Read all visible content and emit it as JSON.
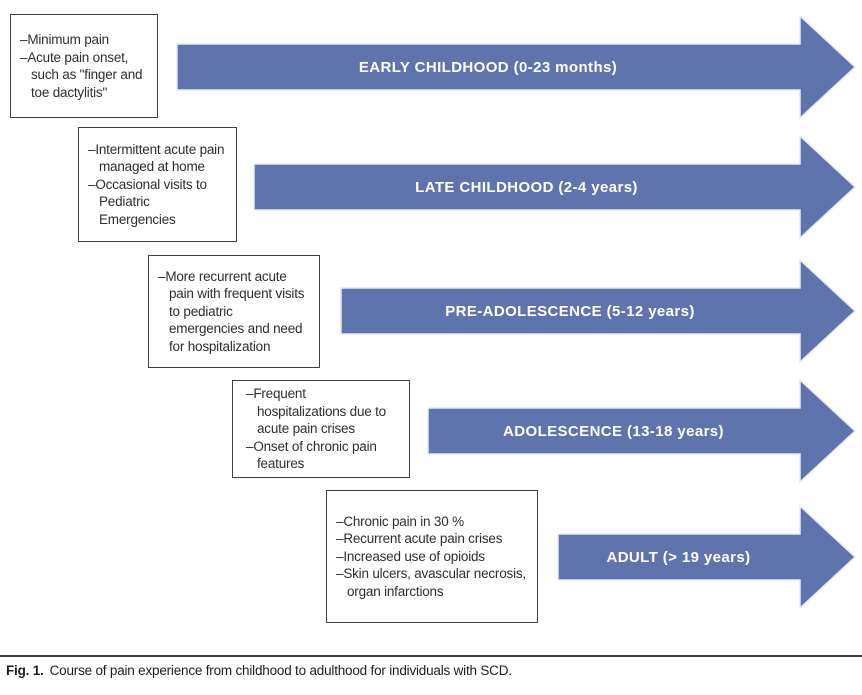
{
  "figure": {
    "caption_label": "Fig. 1.",
    "caption_text": "Course of pain experience from childhood to adulthood for individuals with SCD."
  },
  "colors": {
    "arrow_fill": "#5F74AC",
    "arrow_outline": "#E6E9F3",
    "box_border": "#404040",
    "box_text": "#2E2E2E",
    "arrow_label_text": "#FFFFFF"
  },
  "stages": [
    {
      "label": "EARLY CHILDHOOD (0-23 months)",
      "bullets": [
        "Minimum pain",
        "Acute pain onset, such as \"finger and toe dactylitis\""
      ]
    },
    {
      "label": "LATE CHILDHOOD (2-4 years)",
      "bullets": [
        "Intermittent acute pain managed at home",
        "Occasional visits to Pediatric Emergencies"
      ]
    },
    {
      "label": "PRE-ADOLESCENCE (5-12 years)",
      "bullets": [
        "More recurrent acute pain with frequent visits to pediatric emergencies and need for hospitalization"
      ]
    },
    {
      "label": "ADOLESCENCE (13-18 years)",
      "bullets": [
        "Frequent hospitalizations due to acute pain crises",
        "Onset of chronic pain features"
      ]
    },
    {
      "label": "ADULT (> 19 years)",
      "bullets": [
        "Chronic pain in 30 %",
        "Recurrent acute pain crises",
        "Increased use of opioids",
        "Skin ulcers, avascular necrosis, organ infarctions"
      ]
    }
  ]
}
